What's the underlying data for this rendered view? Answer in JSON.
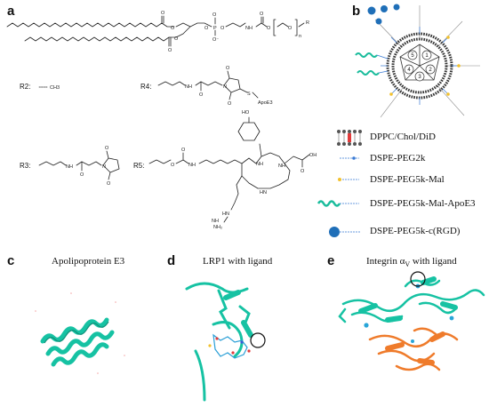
{
  "panels": {
    "a": "a",
    "b": "b",
    "c": "c",
    "d": "d",
    "e": "e"
  },
  "panel_a": {
    "r_labels": [
      "R2:",
      "R4:",
      "R3:",
      "R5:"
    ],
    "r_values": {
      "r2": "CH3",
      "r4_tag": "ApoE3"
    },
    "atom_labels": [
      "O",
      "P",
      "NH",
      "n",
      "R",
      "HO",
      "OH",
      "NH2",
      "NH",
      "HN"
    ]
  },
  "panel_b": {
    "domain_numbers": [
      "1",
      "2",
      "3",
      "4",
      "5"
    ],
    "legend": [
      {
        "label": "DPPC/Chol/DiD",
        "icon": "bilayer-icon"
      },
      {
        "label": "DSPE-PEG2k",
        "icon": "peg-short-icon"
      },
      {
        "label": "DSPE-PEG5k-Mal",
        "icon": "peg-mal-icon"
      },
      {
        "label": "DSPE-PEG5k-Mal-ApoE3",
        "icon": "peg-apoe3-icon"
      },
      {
        "label": "DSPE-PEG5k-c(RGD)",
        "icon": "peg-rgd-icon"
      }
    ],
    "colors": {
      "membrane": "#333333",
      "blue": "#1f6fb8",
      "teal": "#1abc9c",
      "yellow": "#f2c12e"
    }
  },
  "panel_c": {
    "title": "Apolipoprotein E3"
  },
  "panel_d": {
    "title": "LRP1 with ligand"
  },
  "panel_e": {
    "title_prefix": "Integrin α",
    "title_sub": "V",
    "title_suffix": " with ligand"
  },
  "colors": {
    "protein_teal": "#16c2a3",
    "protein_orange": "#ef7b2b",
    "highlight": "#28a5d8"
  }
}
